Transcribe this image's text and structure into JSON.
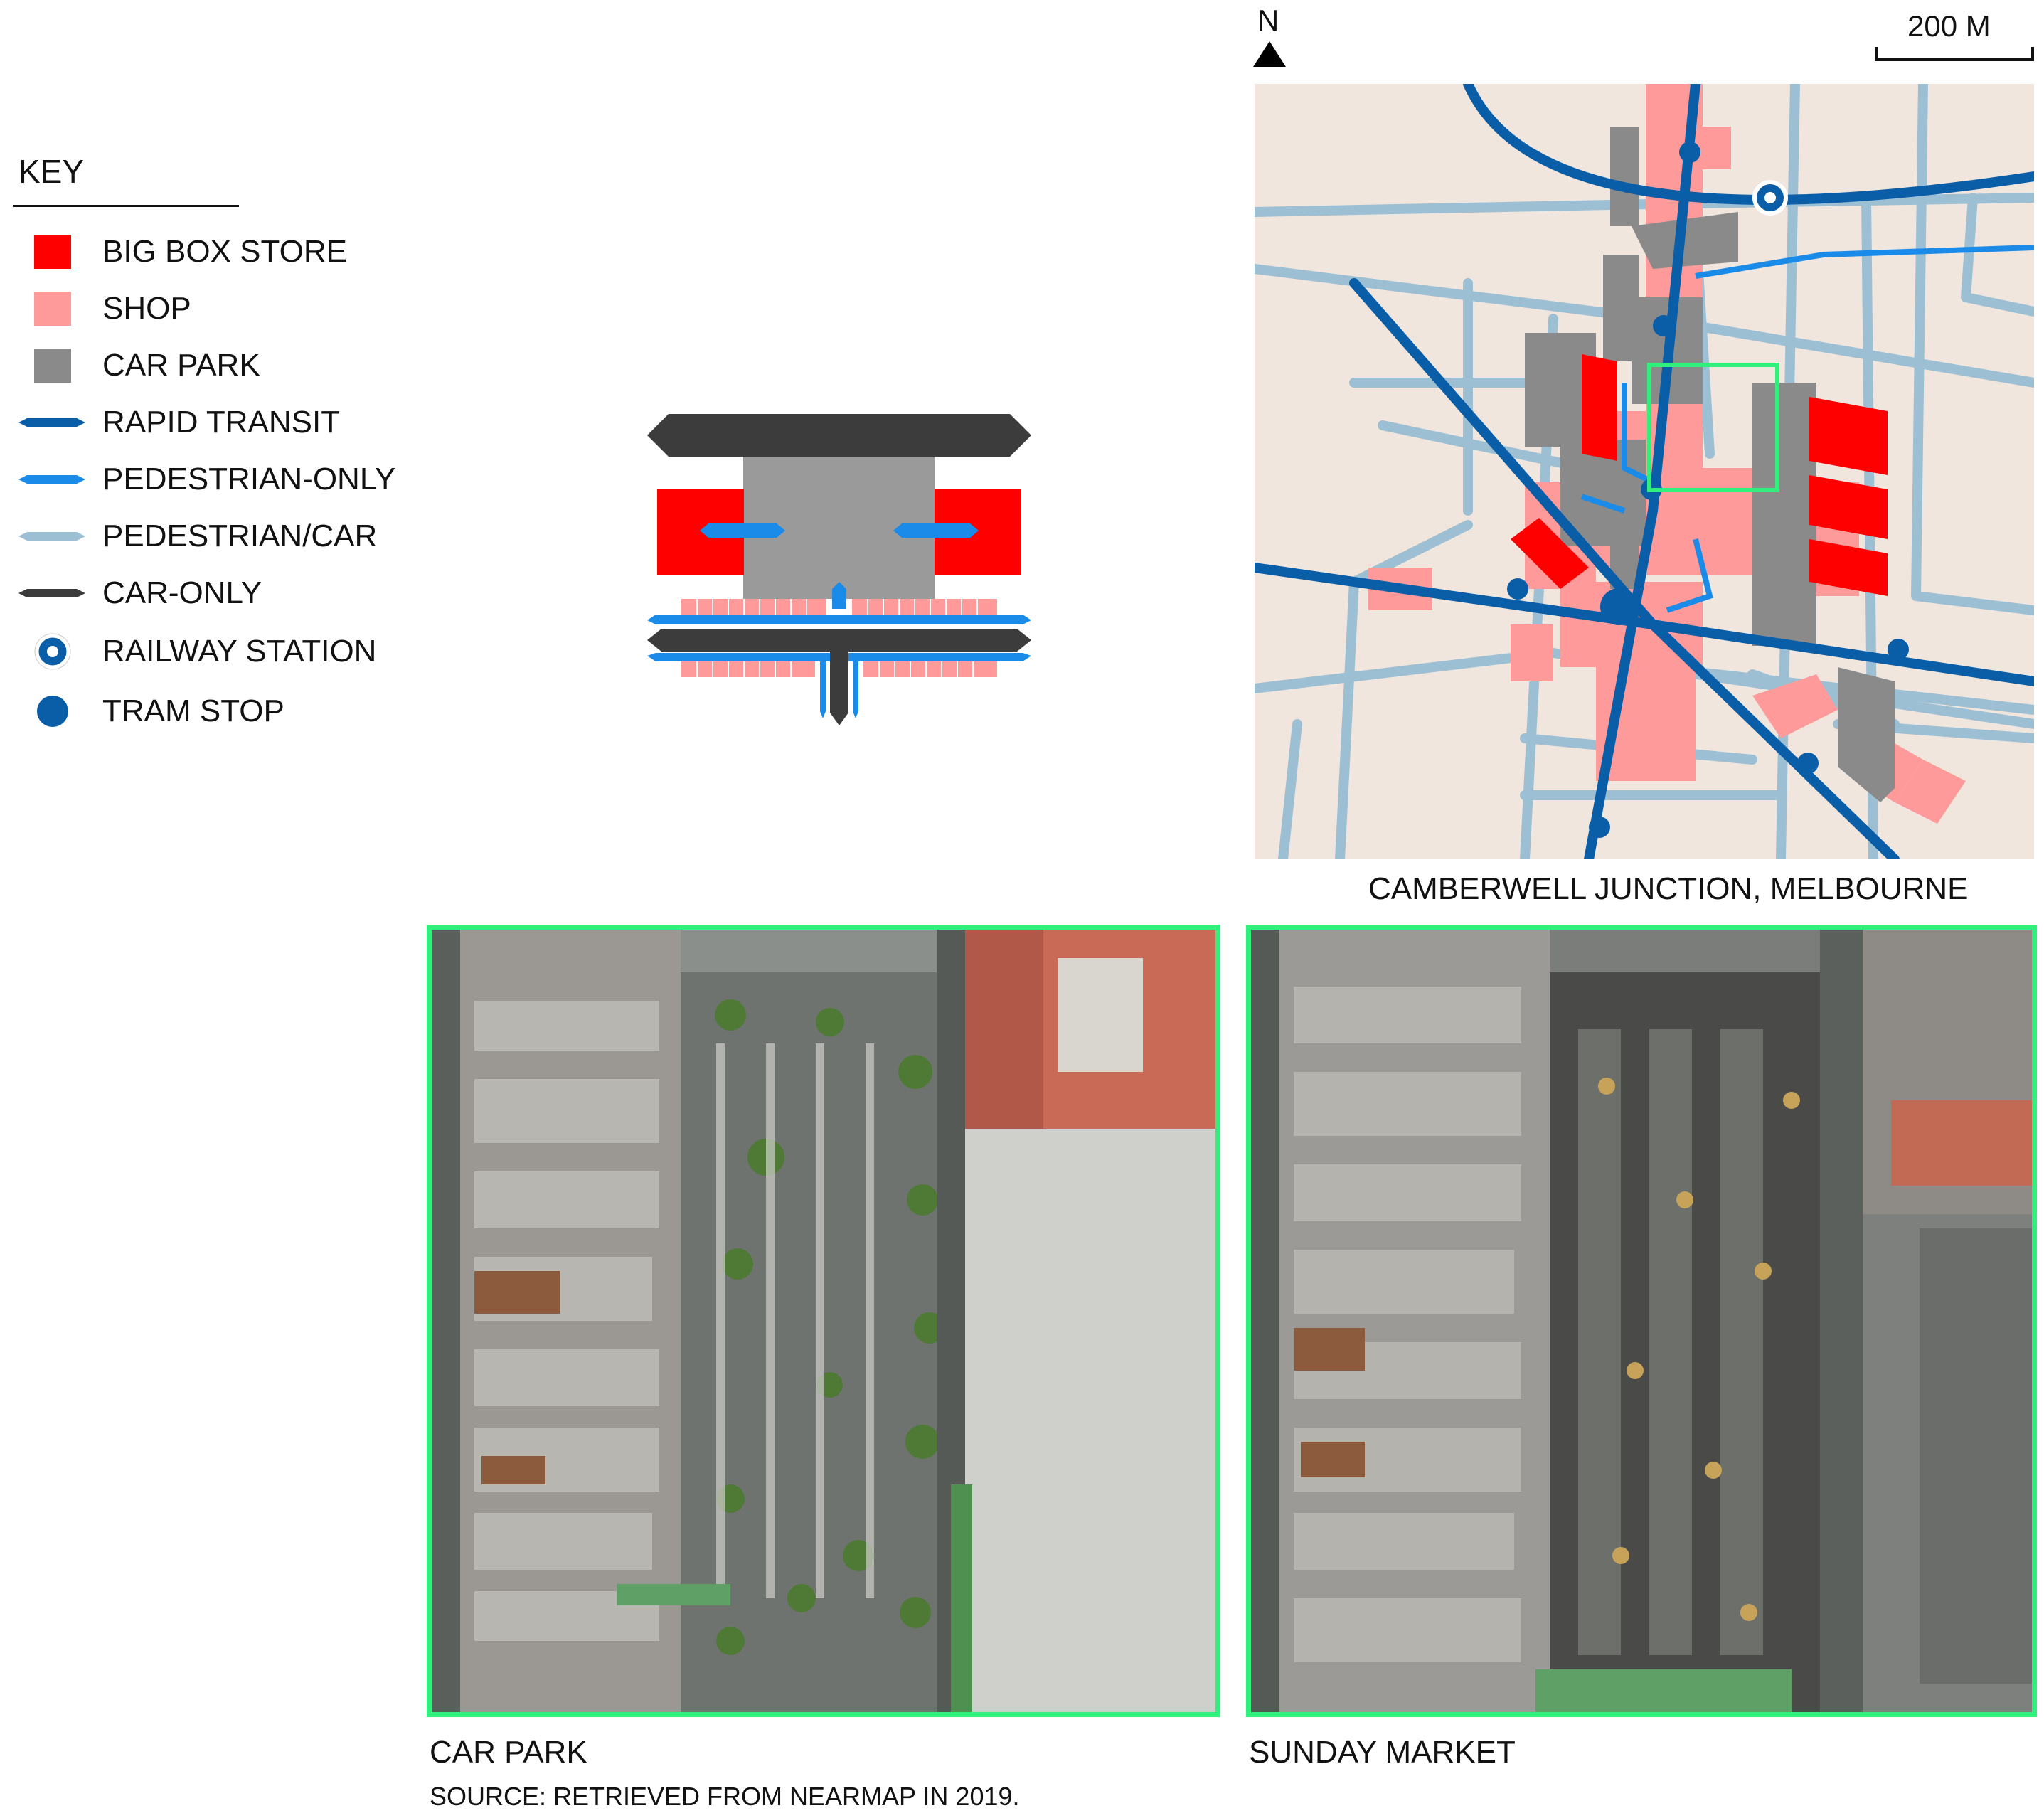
{
  "key": {
    "title": "KEY",
    "items": [
      {
        "label": "BIG BOX STORE",
        "type": "swatch",
        "color": "#ff0000"
      },
      {
        "label": "SHOP",
        "type": "swatch",
        "color": "#ff9a9a"
      },
      {
        "label": "CAR PARK",
        "type": "swatch",
        "color": "#8a8a8a"
      },
      {
        "label": "RAPID TRANSIT",
        "type": "line",
        "color": "#0a5ea8"
      },
      {
        "label": "PEDESTRIAN-ONLY",
        "type": "line",
        "color": "#1a8be8"
      },
      {
        "label": "PEDESTRIAN/CAR",
        "type": "line",
        "color": "#9dbfd4"
      },
      {
        "label": "CAR-ONLY",
        "type": "line",
        "color": "#3c3c3c"
      },
      {
        "label": "RAILWAY STATION",
        "type": "station",
        "color": "#0a5ea8"
      },
      {
        "label": "TRAM STOP",
        "type": "tram",
        "color": "#0a5ea8"
      }
    ]
  },
  "map": {
    "north_label": "N",
    "scale_label": "200 M",
    "caption": "CAMBERWELL JUNCTION, MELBOURNE",
    "colors": {
      "land": "#f0e6de",
      "road": "#9dbfd4",
      "transit": "#0a5ea8",
      "pedestrian": "#1a8be8",
      "highlight": "#2ff07a"
    }
  },
  "photos": {
    "left_caption": "CAR PARK",
    "right_caption": "SUNDAY MARKET",
    "source": "SOURCE: RETRIEVED FROM NEARMAP IN 2019."
  }
}
